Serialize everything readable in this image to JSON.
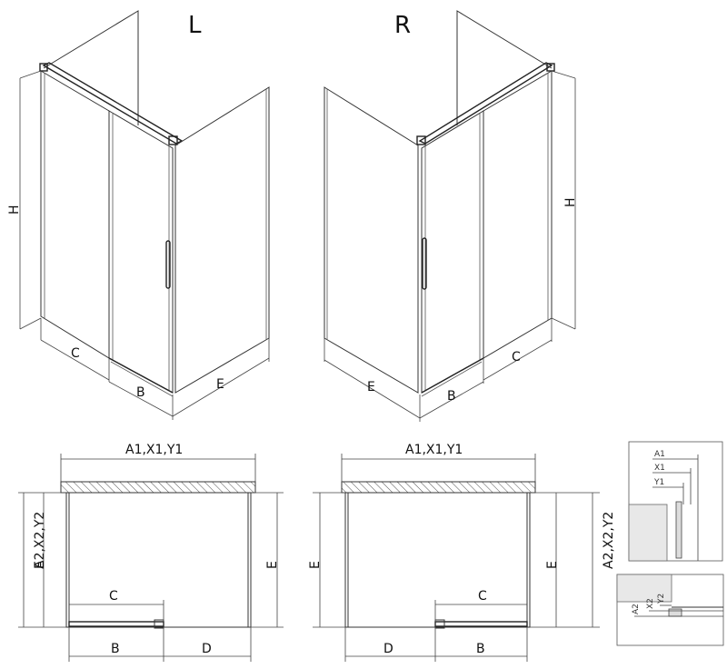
{
  "views": {
    "left": {
      "title": "L",
      "label_h": "H",
      "label_c": "C",
      "label_b": "B",
      "label_e": "E"
    },
    "right": {
      "title": "R",
      "label_h": "H",
      "label_c": "C",
      "label_b": "B",
      "label_e": "E"
    }
  },
  "plans": {
    "left": {
      "top_dim": "A1,X1,Y1",
      "side_dim": "A2,X2,Y2",
      "label_e_left": "E",
      "label_e_right": "E",
      "label_c": "C",
      "label_b": "B",
      "label_d": "D"
    },
    "right": {
      "top_dim": "A1,X1,Y1",
      "side_dim": "A2,X2,Y2",
      "label_e_left": "E",
      "label_e_right": "E",
      "label_c": "C",
      "label_b": "B",
      "label_d": "D"
    }
  },
  "details": {
    "top": {
      "a": "A1",
      "x": "X1",
      "y": "Y1"
    },
    "bottom": {
      "a": "A2",
      "x": "X2",
      "y": "Y2"
    }
  }
}
